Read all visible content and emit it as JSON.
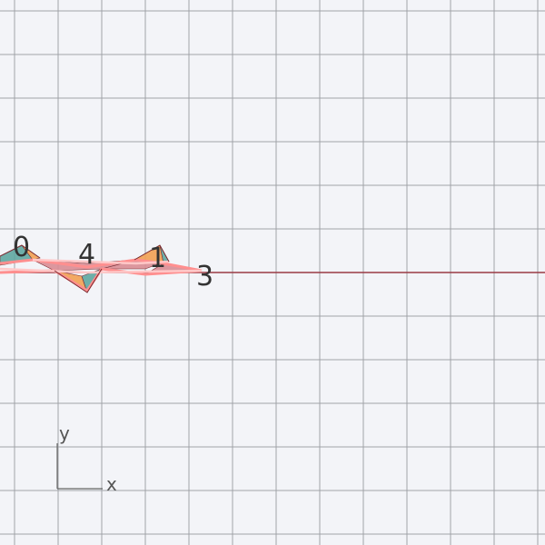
{
  "viewport": {
    "grid": true,
    "grid_color": "#a0a3a8",
    "background": "#f3f4f8",
    "horizon_color": "#9a3b44"
  },
  "axes_gizmo": {
    "x_label": "x",
    "y_label": "y",
    "color": "#666666"
  },
  "vertex_labels": {
    "v0": "0",
    "v4": "4",
    "v1": "1",
    "v3": "3"
  },
  "mesh_colors": {
    "edge": "#ff8f8f",
    "edge_light": "#ffc8c8",
    "face_teal": "#5fa7a0",
    "face_orange": "#f2a152",
    "face_pink": "#d98d94",
    "outline": "#7a2a30"
  }
}
